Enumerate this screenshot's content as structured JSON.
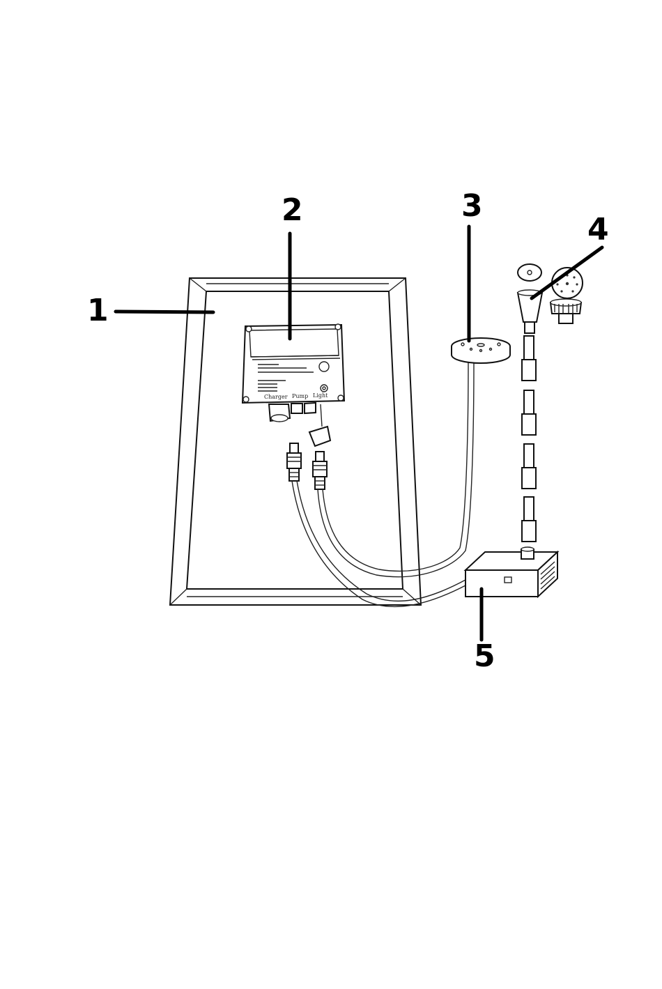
{
  "diagram": {
    "callouts": [
      {
        "number": "1"
      },
      {
        "number": "2"
      },
      {
        "number": "3"
      },
      {
        "number": "4"
      },
      {
        "number": "5"
      }
    ],
    "control_box": {
      "port_labels": [
        "Charger",
        "Pump",
        "Light"
      ]
    }
  }
}
